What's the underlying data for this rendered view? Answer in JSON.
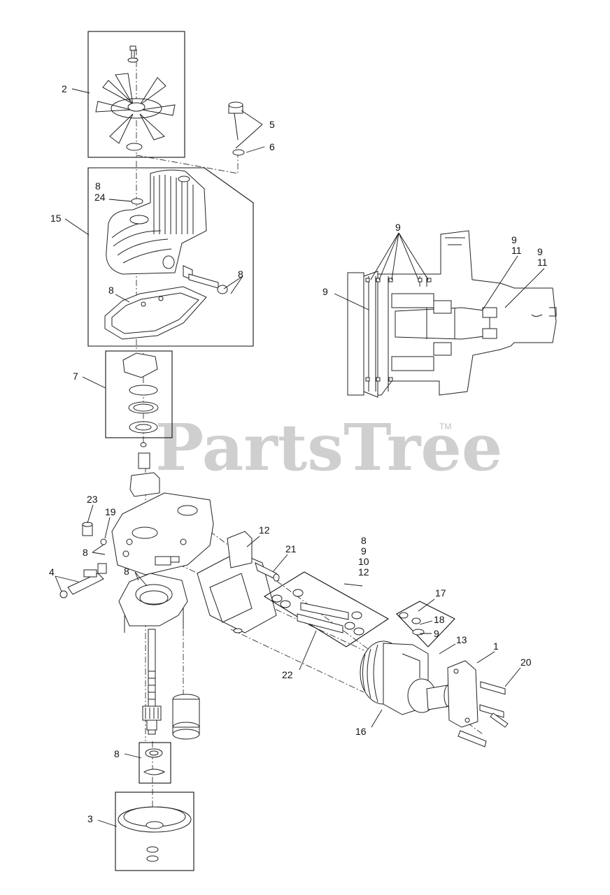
{
  "watermark": {
    "text": "PartsTree",
    "tm": "TM"
  },
  "callouts": {
    "c2": "2",
    "c5": "5",
    "c6": "6",
    "c8a": "8",
    "c24": "24",
    "c15": "15",
    "c8b": "8",
    "c8c": "8",
    "c7": "7",
    "c23": "23",
    "c19": "19",
    "c8d": "8",
    "c4": "4",
    "c8e": "8",
    "c12a": "12",
    "c21": "21",
    "c8f": "8",
    "c9a": "9",
    "c10": "10",
    "c12b": "12",
    "c17": "17",
    "c18": "18",
    "c9b": "9",
    "c13": "13",
    "c1": "1",
    "c20": "20",
    "c22": "22",
    "c16": "16",
    "c8g": "8",
    "c3": "3",
    "c9top": "9",
    "c9left": "9",
    "c9r1": "9",
    "c11r1": "11",
    "c9r2": "9",
    "c11r2": "11"
  }
}
